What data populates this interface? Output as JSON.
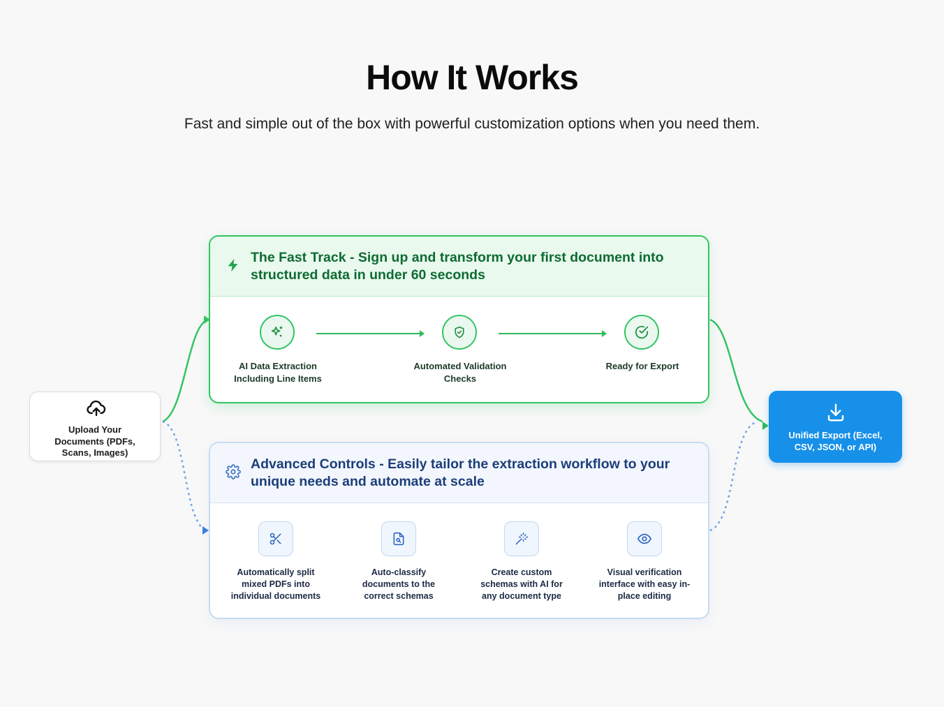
{
  "header": {
    "title": "How It Works",
    "subtitle": "Fast and simple out of the box with powerful customization options when you need them."
  },
  "upload": {
    "icon": "cloud-upload-icon",
    "label": "Upload Your Documents (PDFs, Scans, Images)"
  },
  "export": {
    "icon": "download-icon",
    "label": "Unified Export (Excel, CSV, JSON, or API)"
  },
  "fast_track": {
    "icon": "lightning-bolt-icon",
    "title": "The Fast Track - Sign up and transform your first document into structured data in under 60 seconds",
    "steps": [
      {
        "icon": "sparkles-icon",
        "label": "AI Data Extraction Including Line Items"
      },
      {
        "icon": "shield-check-icon",
        "label": "Automated Validation Checks"
      },
      {
        "icon": "check-circle-icon",
        "label": "Ready for Export"
      }
    ]
  },
  "advanced": {
    "icon": "gear-icon",
    "title": "Advanced Controls - Easily tailor the extraction workflow to your unique needs and automate at scale",
    "features": [
      {
        "icon": "scissors-icon",
        "label": "Automatically split mixed PDFs into individual documents"
      },
      {
        "icon": "file-search-icon",
        "label": "Auto-classify documents to the correct schemas"
      },
      {
        "icon": "magic-wand-icon",
        "label": "Create custom schemas with AI for any document type"
      },
      {
        "icon": "eye-icon",
        "label": "Visual verification interface with easy in-place editing"
      }
    ]
  },
  "colors": {
    "fast_accent": "#2fc45f",
    "advanced_accent": "#3b82f6",
    "export_bg": "#1690e8"
  }
}
